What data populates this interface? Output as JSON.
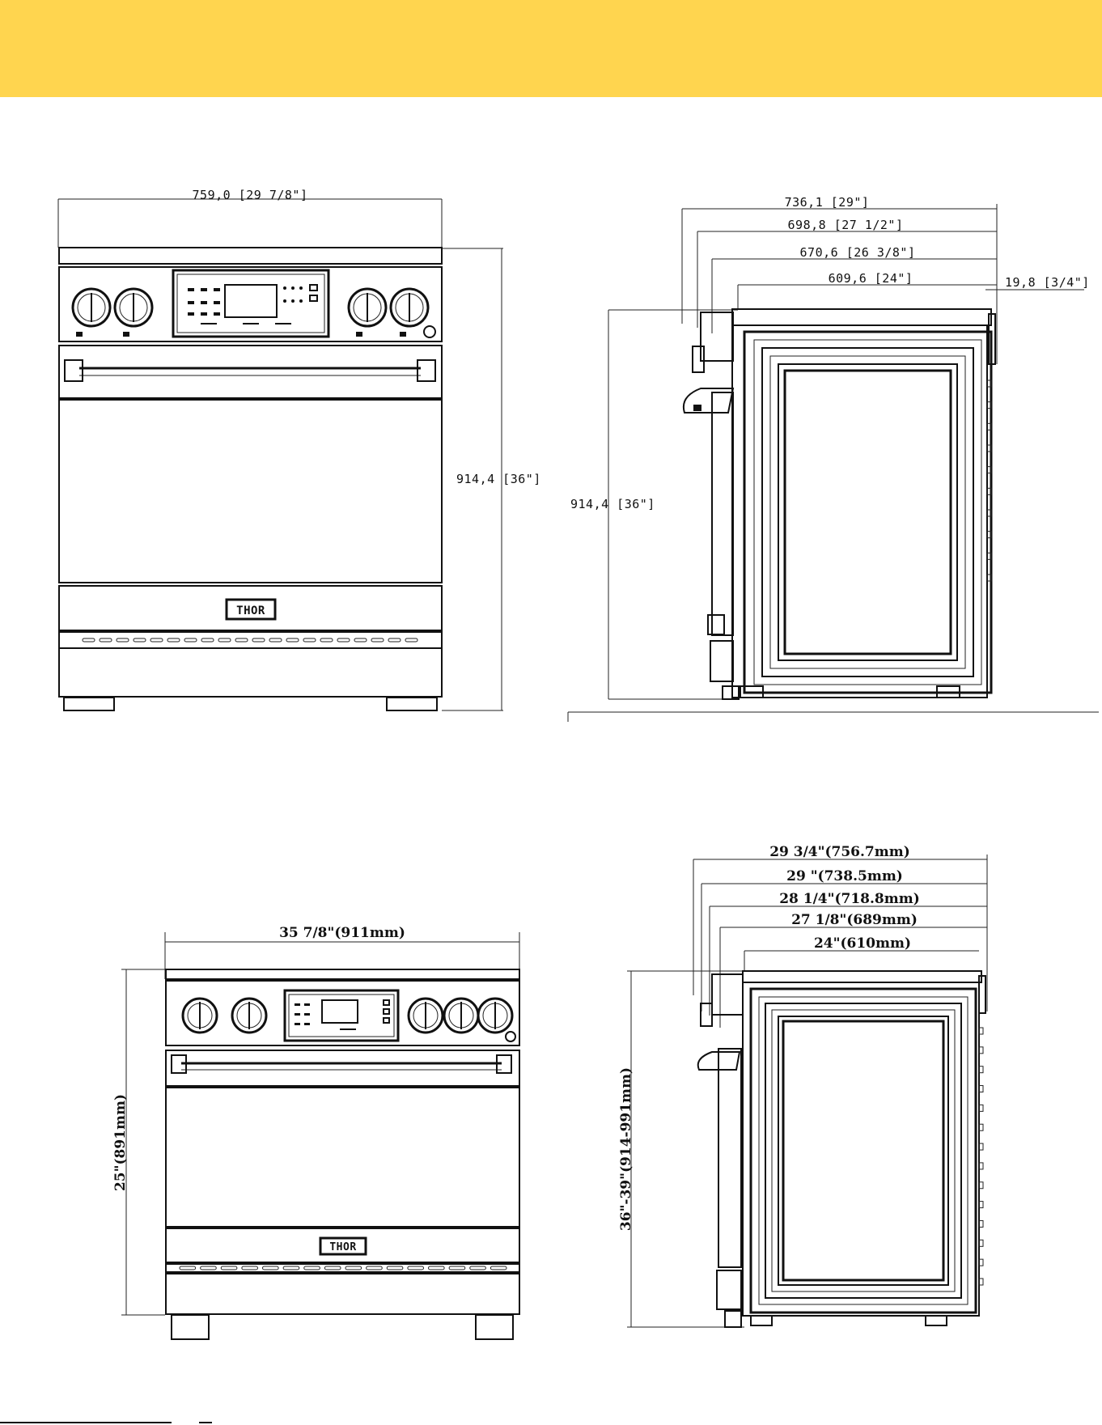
{
  "colors": {
    "banner": "#ffd54f",
    "line": "#111111"
  },
  "views": {
    "front_metric": {
      "width_label": "759,0 [29 7/8\"]",
      "height_label": "914,4 [36\"]",
      "brand_label": "THOR"
    },
    "side_metric": {
      "depth1_label": "736,1 [29\"]",
      "depth2_label": "698,8 [27 1/2\"]",
      "depth3_label": "670,6 [26 3/8\"]",
      "depth4_label": "609,6 [24\"]",
      "offset_label": "19,8 [3/4\"]",
      "height_label": "914,4 [36\"]"
    },
    "front_imperial": {
      "width_label": "35 7/8\"(911mm)",
      "height_label": "25\"(891mm)",
      "brand_label": "THOR"
    },
    "side_imperial": {
      "depth1_label": "29 3/4\"(756.7mm)",
      "depth2_label": "29 \"(738.5mm)",
      "depth3_label": "28 1/4\"(718.8mm)",
      "depth4_label": "27 1/8\"(689mm)",
      "depth5_label": "24\"(610mm)",
      "height_label": "36\"-39\"(914-991mm)"
    }
  }
}
